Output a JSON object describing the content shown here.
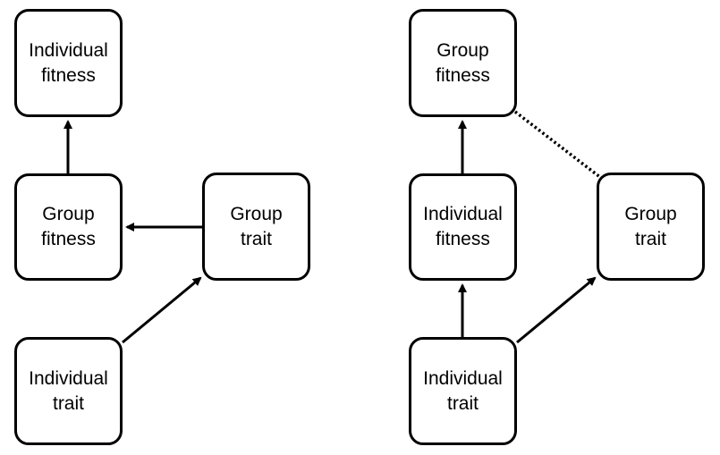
{
  "left_diagram": {
    "nodes": {
      "individual_fitness": "Individual\nfitness",
      "group_fitness": "Group\nfitness",
      "group_trait": "Group\ntrait",
      "individual_trait": "Individual\ntrait"
    },
    "edges": [
      {
        "from": "group_fitness",
        "to": "individual_fitness",
        "style": "solid-arrow"
      },
      {
        "from": "group_trait",
        "to": "group_fitness",
        "style": "solid-arrow"
      },
      {
        "from": "individual_trait",
        "to": "group_trait",
        "style": "solid-arrow"
      }
    ]
  },
  "right_diagram": {
    "nodes": {
      "group_fitness": "Group\nfitness",
      "individual_fitness": "Individual\nfitness",
      "group_trait": "Group\ntrait",
      "individual_trait": "Individual\ntrait"
    },
    "edges": [
      {
        "from": "individual_fitness",
        "to": "group_fitness",
        "style": "solid-arrow"
      },
      {
        "from": "individual_trait",
        "to": "individual_fitness",
        "style": "solid-arrow"
      },
      {
        "from": "individual_trait",
        "to": "group_trait",
        "style": "solid-arrow"
      },
      {
        "from": "group_fitness",
        "to": "group_trait",
        "style": "dotted-line"
      }
    ]
  },
  "colors": {
    "stroke": "#000000",
    "background": "#ffffff"
  }
}
